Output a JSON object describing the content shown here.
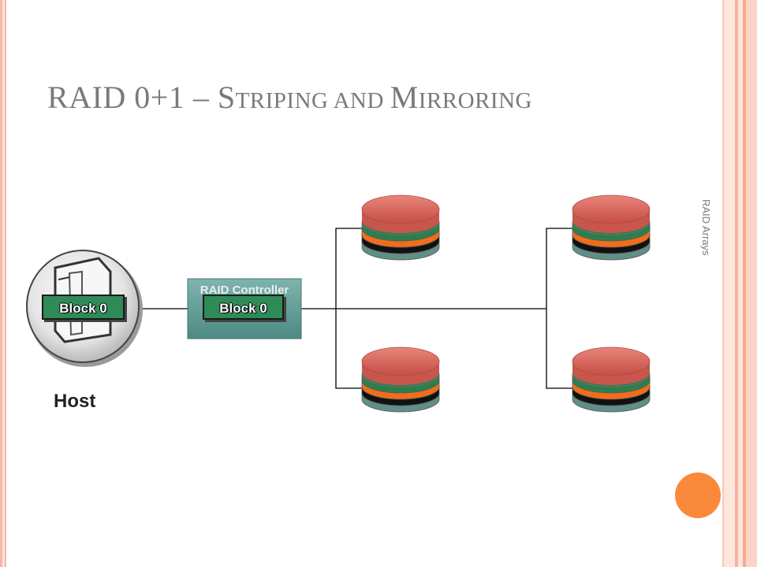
{
  "slide": {
    "title_parts": [
      {
        "text": "RAID 0+1 – S",
        "small": false
      },
      {
        "text": "TRIPING AND ",
        "small": true
      },
      {
        "text": "M",
        "small": false
      },
      {
        "text": "IRRORING",
        "small": true
      }
    ],
    "side_note": "RAID Arrays"
  },
  "diagram": {
    "host": {
      "label": "Host",
      "block_label": "Block 0",
      "icon": "server-icon"
    },
    "controller": {
      "label": "RAID Controller",
      "block_label": "Block 0"
    },
    "disks": [
      {
        "id": "disk-top-left",
        "icon": "disk-stack-icon"
      },
      {
        "id": "disk-bottom-left",
        "icon": "disk-stack-icon"
      },
      {
        "id": "disk-top-right",
        "icon": "disk-stack-icon"
      },
      {
        "id": "disk-bottom-right",
        "icon": "disk-stack-icon"
      }
    ],
    "colors": {
      "disk_top": "#d45f55",
      "disk_bands": [
        "#2e7d4f",
        "#f26d1a",
        "#111111",
        "#5f8f86"
      ],
      "controller": "#5d9a92",
      "block": "#2e8b57",
      "accent": "#f98a3c"
    }
  }
}
